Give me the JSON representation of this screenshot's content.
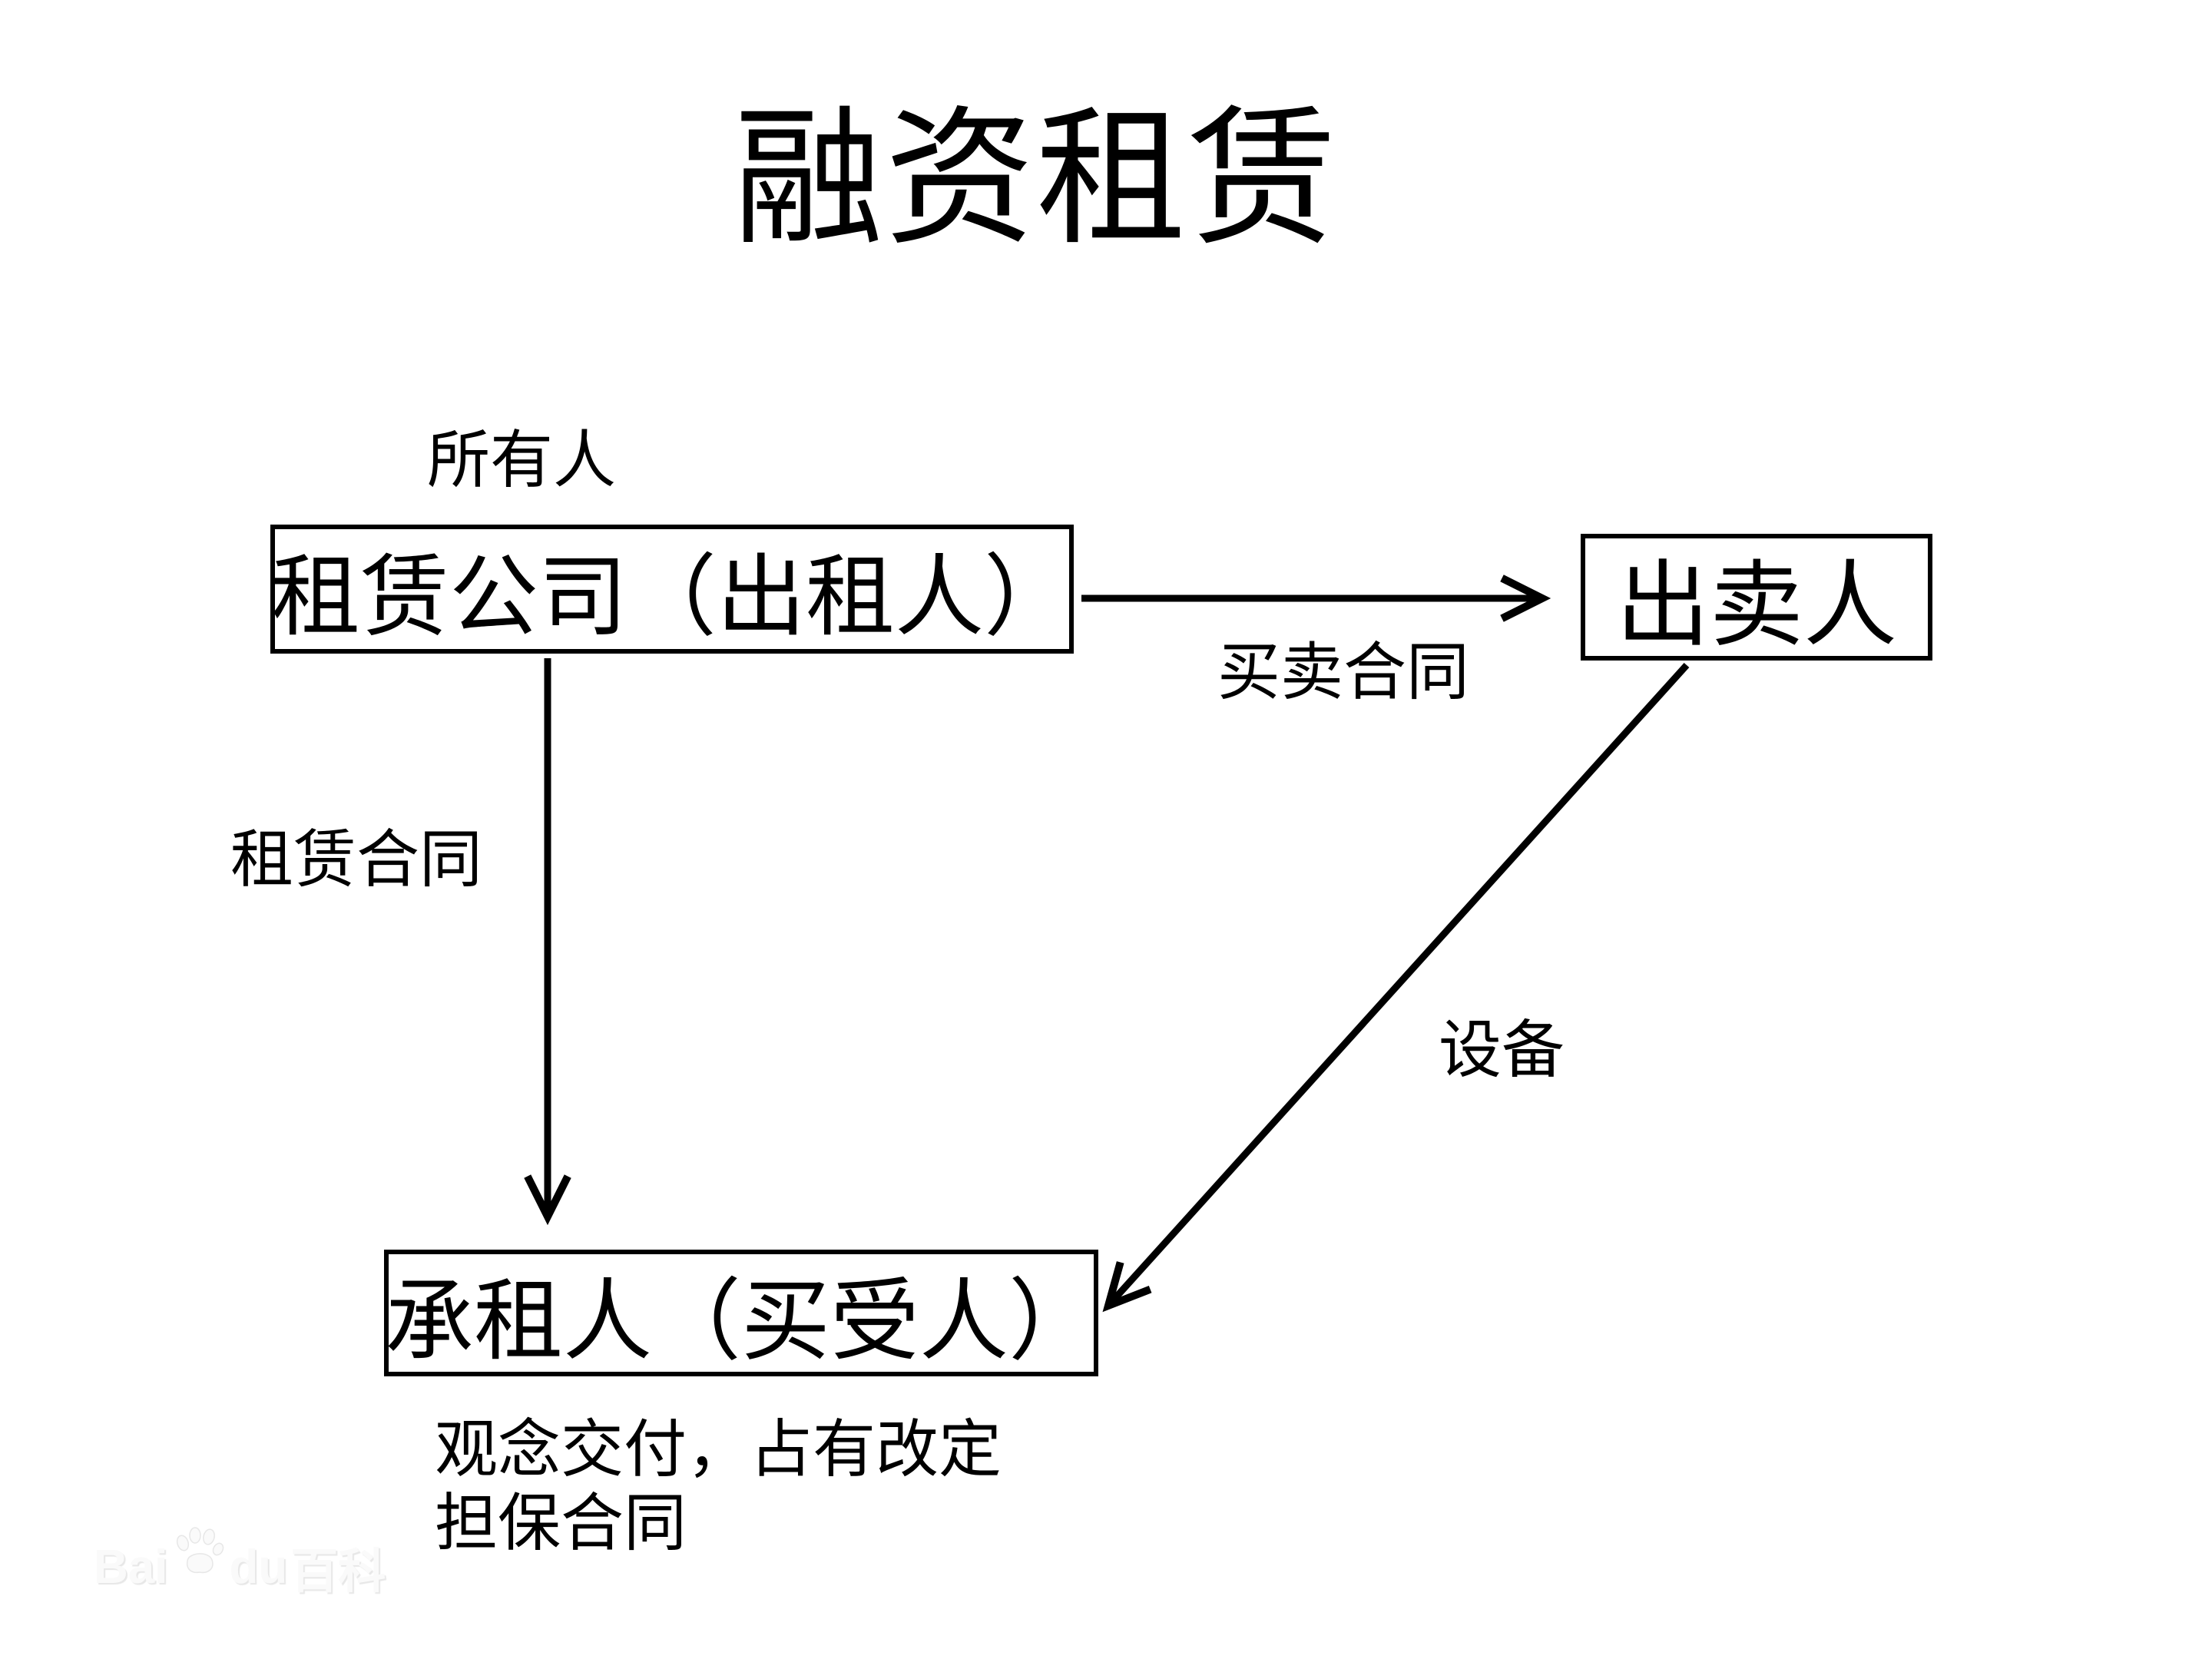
{
  "title": "融资租赁",
  "nodes": {
    "lessor": {
      "label": "租赁公司（出租人）",
      "role_tag": "所有人"
    },
    "seller": {
      "label": "出卖人"
    },
    "lessee": {
      "label": "承租人（买受人）"
    }
  },
  "edges": {
    "sales": {
      "label": "买卖合同",
      "from": "lessor",
      "to": "seller"
    },
    "lease": {
      "label": "租赁合同",
      "from": "lessor",
      "to": "lessee"
    },
    "equipment": {
      "label": "设备",
      "from": "seller",
      "to": "lessee"
    }
  },
  "footnote": {
    "line1": "观念交付，占有改定",
    "line2": "担保合同"
  },
  "watermark": {
    "latin_prefix": "Bai",
    "latin_suffix": "du",
    "cjk": "百科"
  },
  "colors": {
    "ink": "#000000",
    "background": "#ffffff",
    "watermark": "#fafafa"
  }
}
